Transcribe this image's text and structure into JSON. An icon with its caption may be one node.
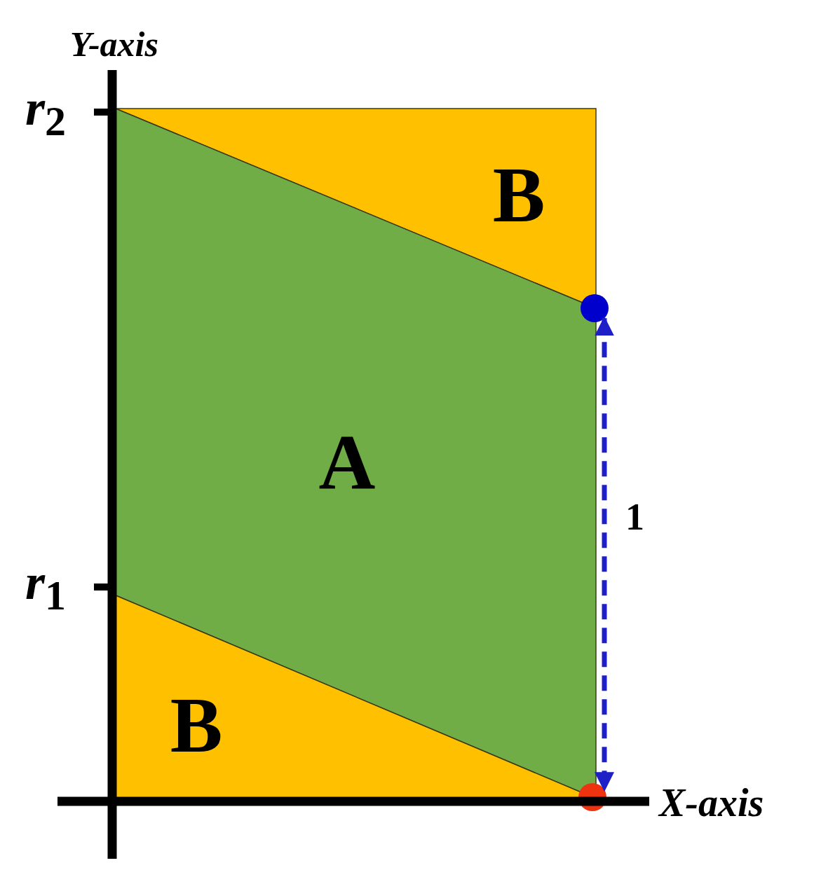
{
  "diagram": {
    "nodes": [
      {
        "text": [
          "B"
        ]
      },
      {
        "text": [
          "A"
        ]
      },
      {
        "text": [
          "B"
        ]
      },
      {
        "text": [],
        "shape": "circle"
      },
      {
        "text": [],
        "shape": "circle"
      }
    ],
    "edges": [
      {
        "from": 3,
        "to": 4,
        "arrow": "both",
        "style": "dashed",
        "label": "1"
      }
    ],
    "labels": [
      "Y-axis",
      "*r*$_{2}$",
      "*r*$_{1}$",
      "X-axis"
    ]
  }
}
